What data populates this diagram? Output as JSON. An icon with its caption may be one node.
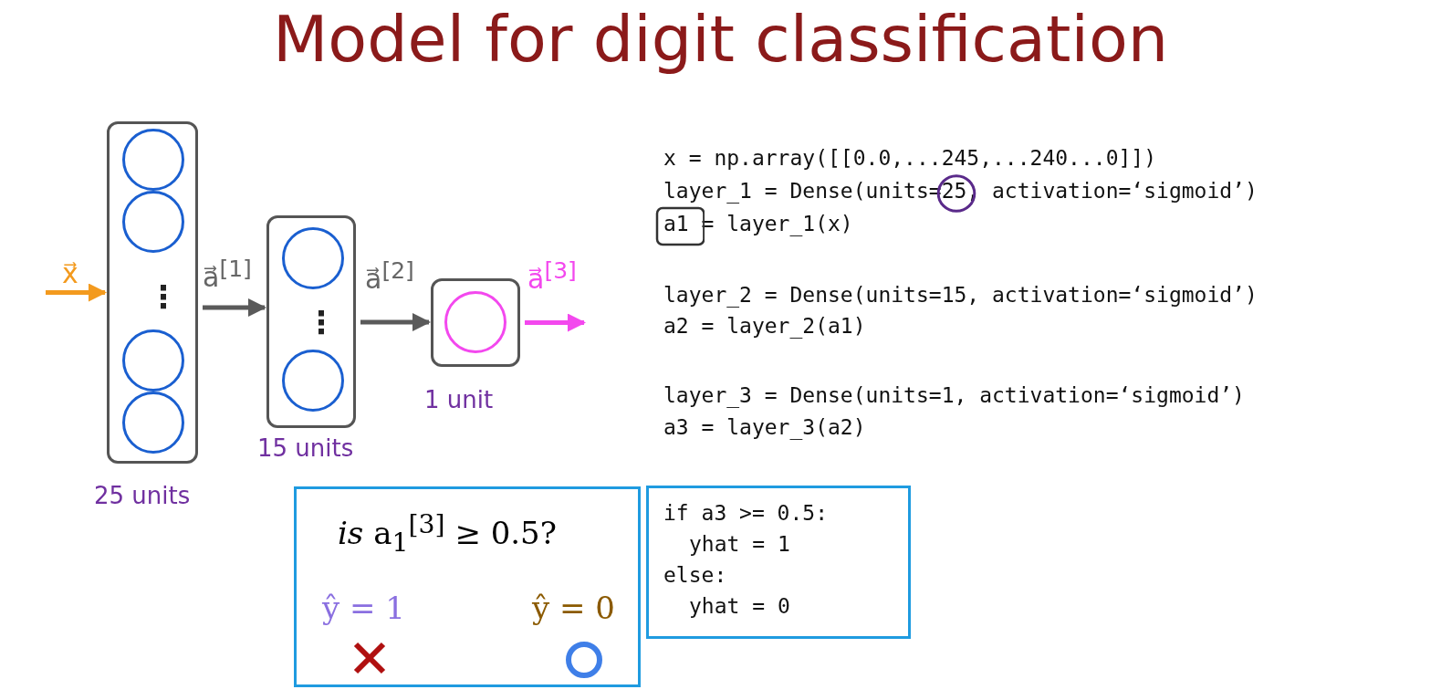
{
  "diagram": {
    "title": "Model for digit classification",
    "nodes": [
      {
        "text": [],
        "shape": "box",
        "beside": [
          "25 units"
        ]
      },
      {
        "text": [],
        "shape": "circle",
        "in": 0
      },
      {
        "text": [],
        "shape": "circle",
        "in": 0
      },
      {
        "text": [],
        "shape": "circle",
        "in": 0
      },
      {
        "text": [],
        "shape": "circle",
        "in": 0
      },
      {
        "text": [],
        "shape": "box",
        "beside": [
          "15 units"
        ]
      },
      {
        "text": [],
        "shape": "circle",
        "in": 5
      },
      {
        "text": [],
        "shape": "circle",
        "in": 5
      },
      {
        "text": [],
        "shape": "box",
        "beside": [
          "1 unit"
        ]
      },
      {
        "text": [],
        "shape": "circle",
        "in": 8
      },
      {
        "text": [
          "*is* a$_{1}$$^{[3]}$ ≥ 0.5?",
          "ŷ = 1",
          "ŷ = 0"
        ]
      },
      {
        "text": [
          "if a3 >= 0.5:",
          "yhat = 1",
          "else:",
          "yhat = 0"
        ]
      }
    ],
    "edges": [
      {
        "from": null,
        "to": 0,
        "arrow": "to",
        "label": "x⃗",
        "color": "#f39a1e"
      },
      {
        "from": 0,
        "to": 5,
        "arrow": "to",
        "label": "a⃗$^{[1]}$"
      },
      {
        "from": 5,
        "to": 8,
        "arrow": "to",
        "label": "a⃗$^{[2]}$"
      },
      {
        "from": 8,
        "to": null,
        "arrow": "to",
        "label": "a⃗$^{[3]}$",
        "color": "#f348ee"
      }
    ],
    "labels": [
      "⋮",
      "⋮",
      "x = np.array([[0.0,...245,...240...0]])",
      "layer_1 = Dense(units=25, activation=‘sigmoid’)",
      "a1 = layer_1(x)",
      "layer_2 = Dense(units=15, activation=‘sigmoid’)",
      "a2 = layer_2(a1)",
      "layer_3 = Dense(units=1, activation=‘sigmoid’)",
      "a3 = layer_3(a2)"
    ]
  }
}
